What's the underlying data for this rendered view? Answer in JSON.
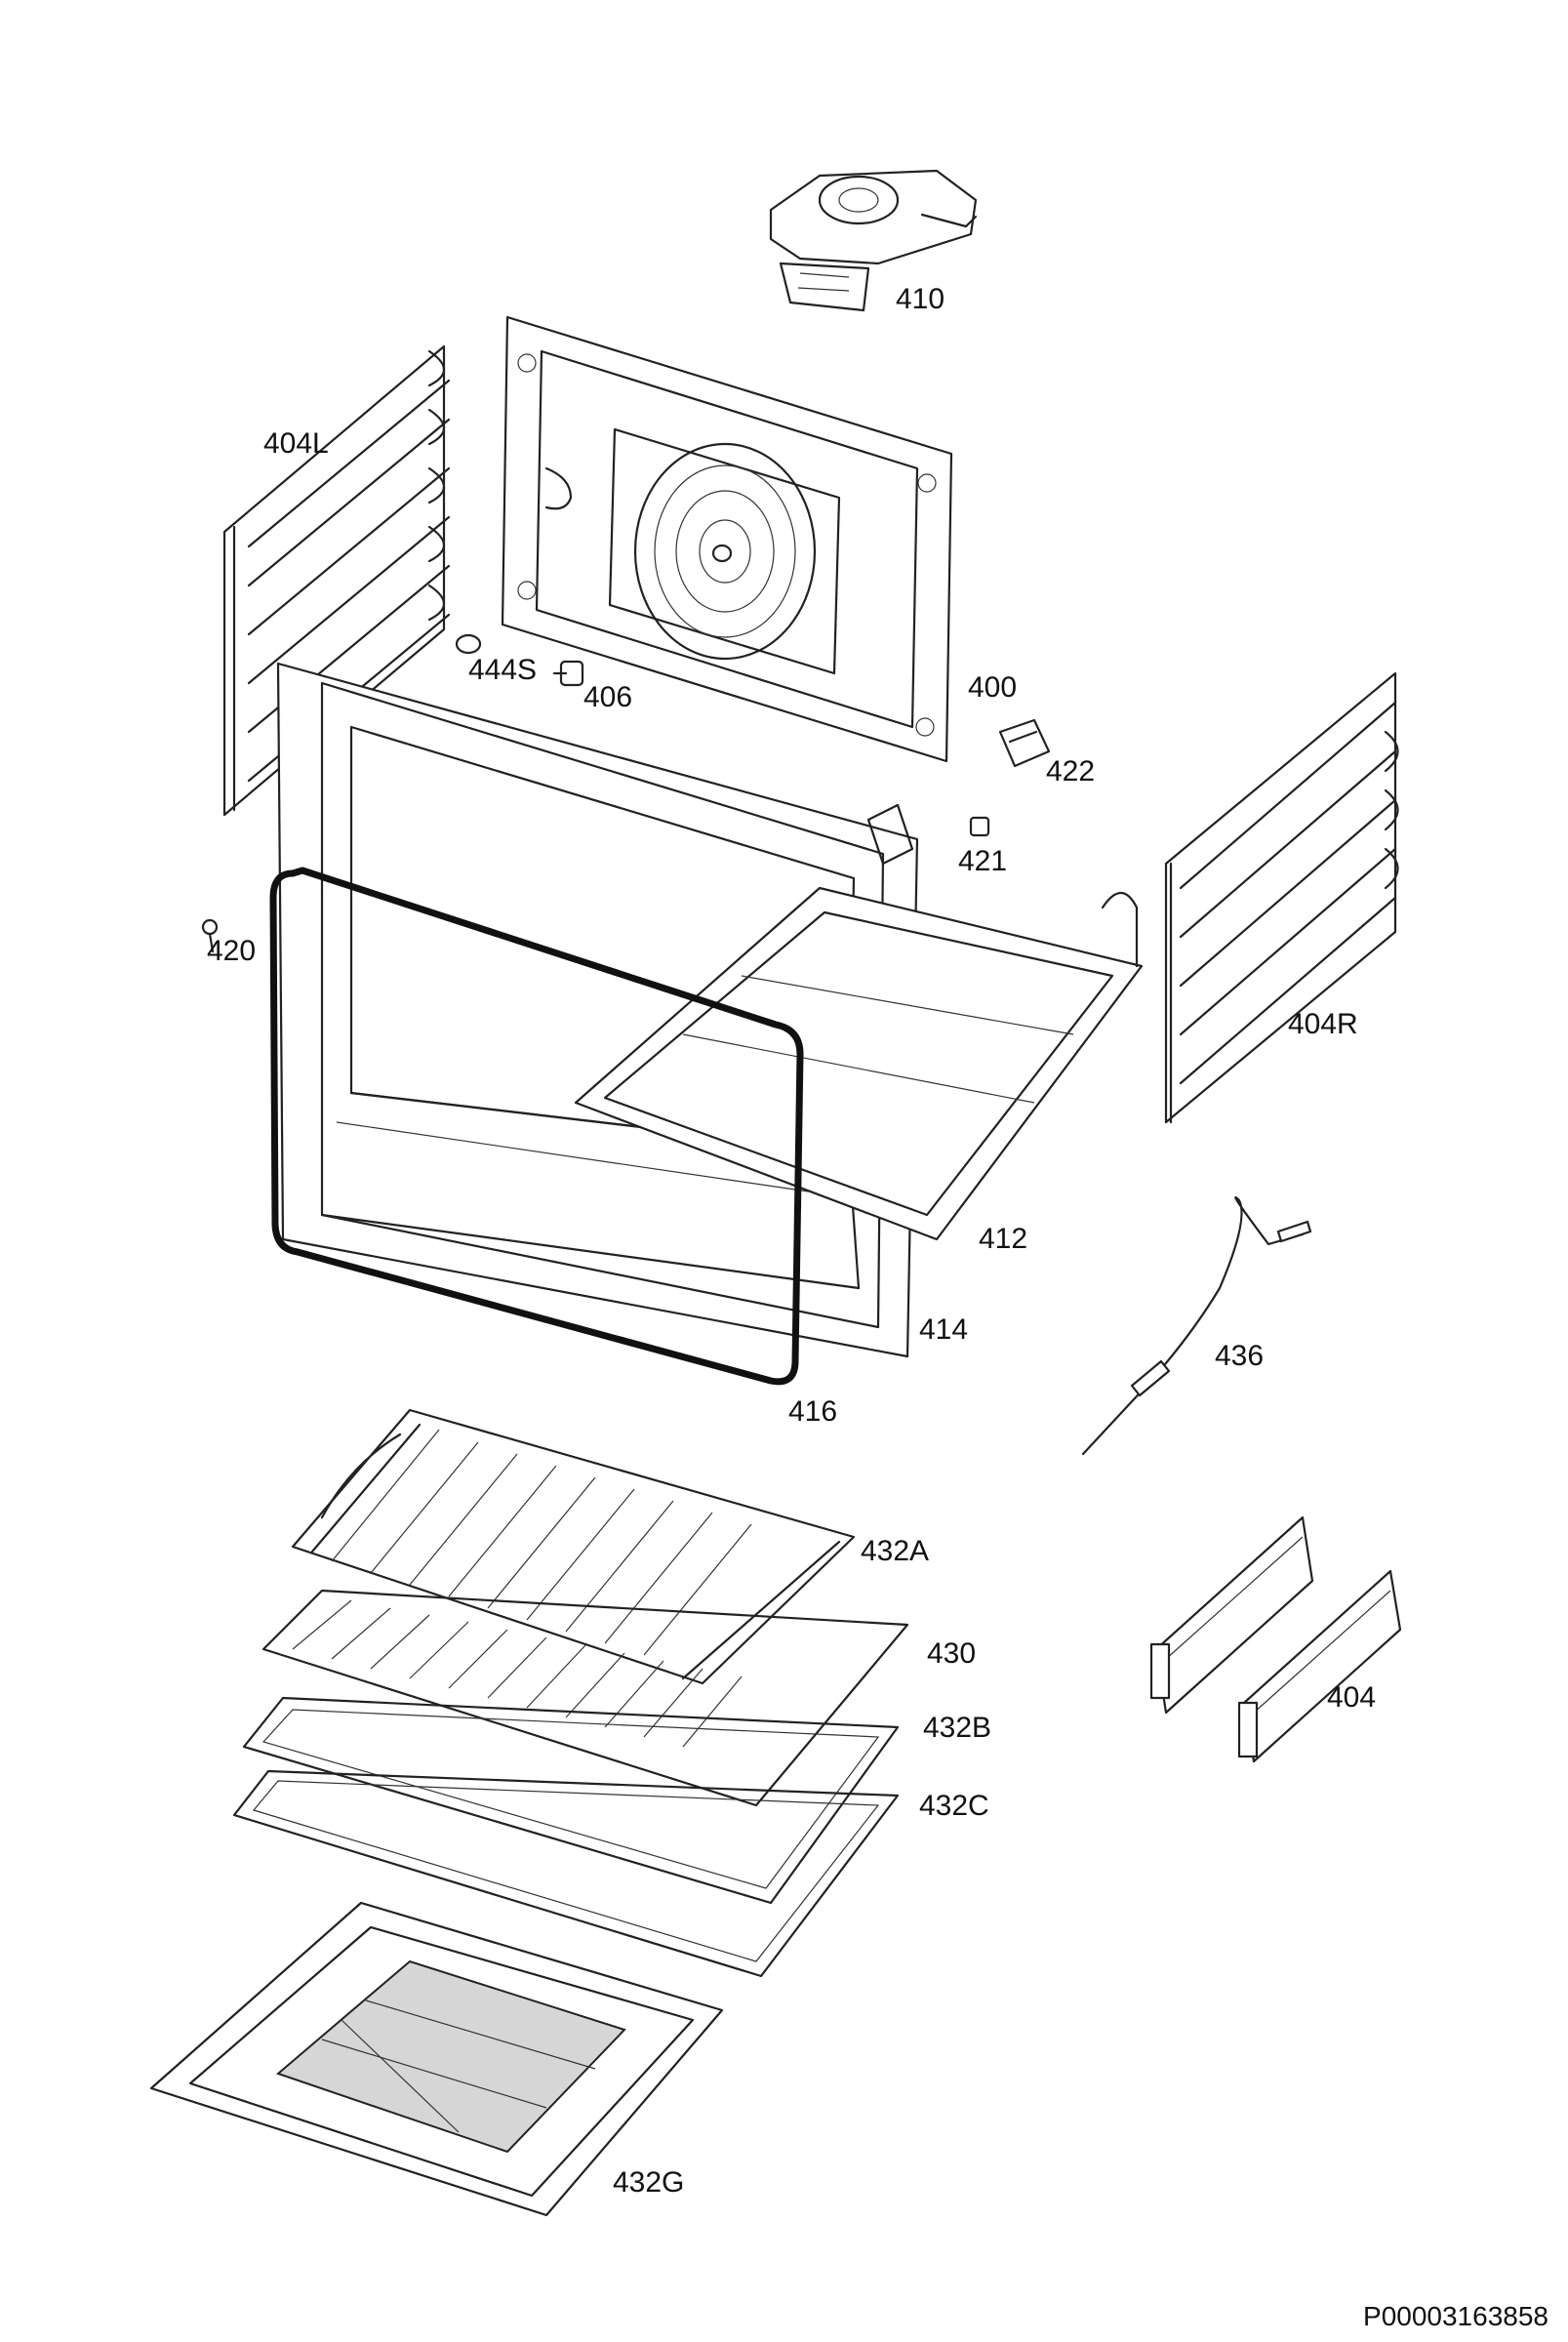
{
  "diagram": {
    "callouts": [
      {
        "id": "410",
        "label": "410"
      },
      {
        "id": "404L",
        "label": "404L"
      },
      {
        "id": "444S",
        "label": "444S"
      },
      {
        "id": "406",
        "label": "406"
      },
      {
        "id": "400",
        "label": "400"
      },
      {
        "id": "422",
        "label": "422"
      },
      {
        "id": "421",
        "label": "421"
      },
      {
        "id": "420",
        "label": "420"
      },
      {
        "id": "404R",
        "label": "404R"
      },
      {
        "id": "412",
        "label": "412"
      },
      {
        "id": "414",
        "label": "414"
      },
      {
        "id": "436",
        "label": "436"
      },
      {
        "id": "416",
        "label": "416"
      },
      {
        "id": "432A",
        "label": "432A"
      },
      {
        "id": "430",
        "label": "430"
      },
      {
        "id": "432B",
        "label": "432B"
      },
      {
        "id": "404",
        "label": "404"
      },
      {
        "id": "432C",
        "label": "432C"
      },
      {
        "id": "432G",
        "label": "432G"
      }
    ],
    "document_number": "P00003163858"
  }
}
